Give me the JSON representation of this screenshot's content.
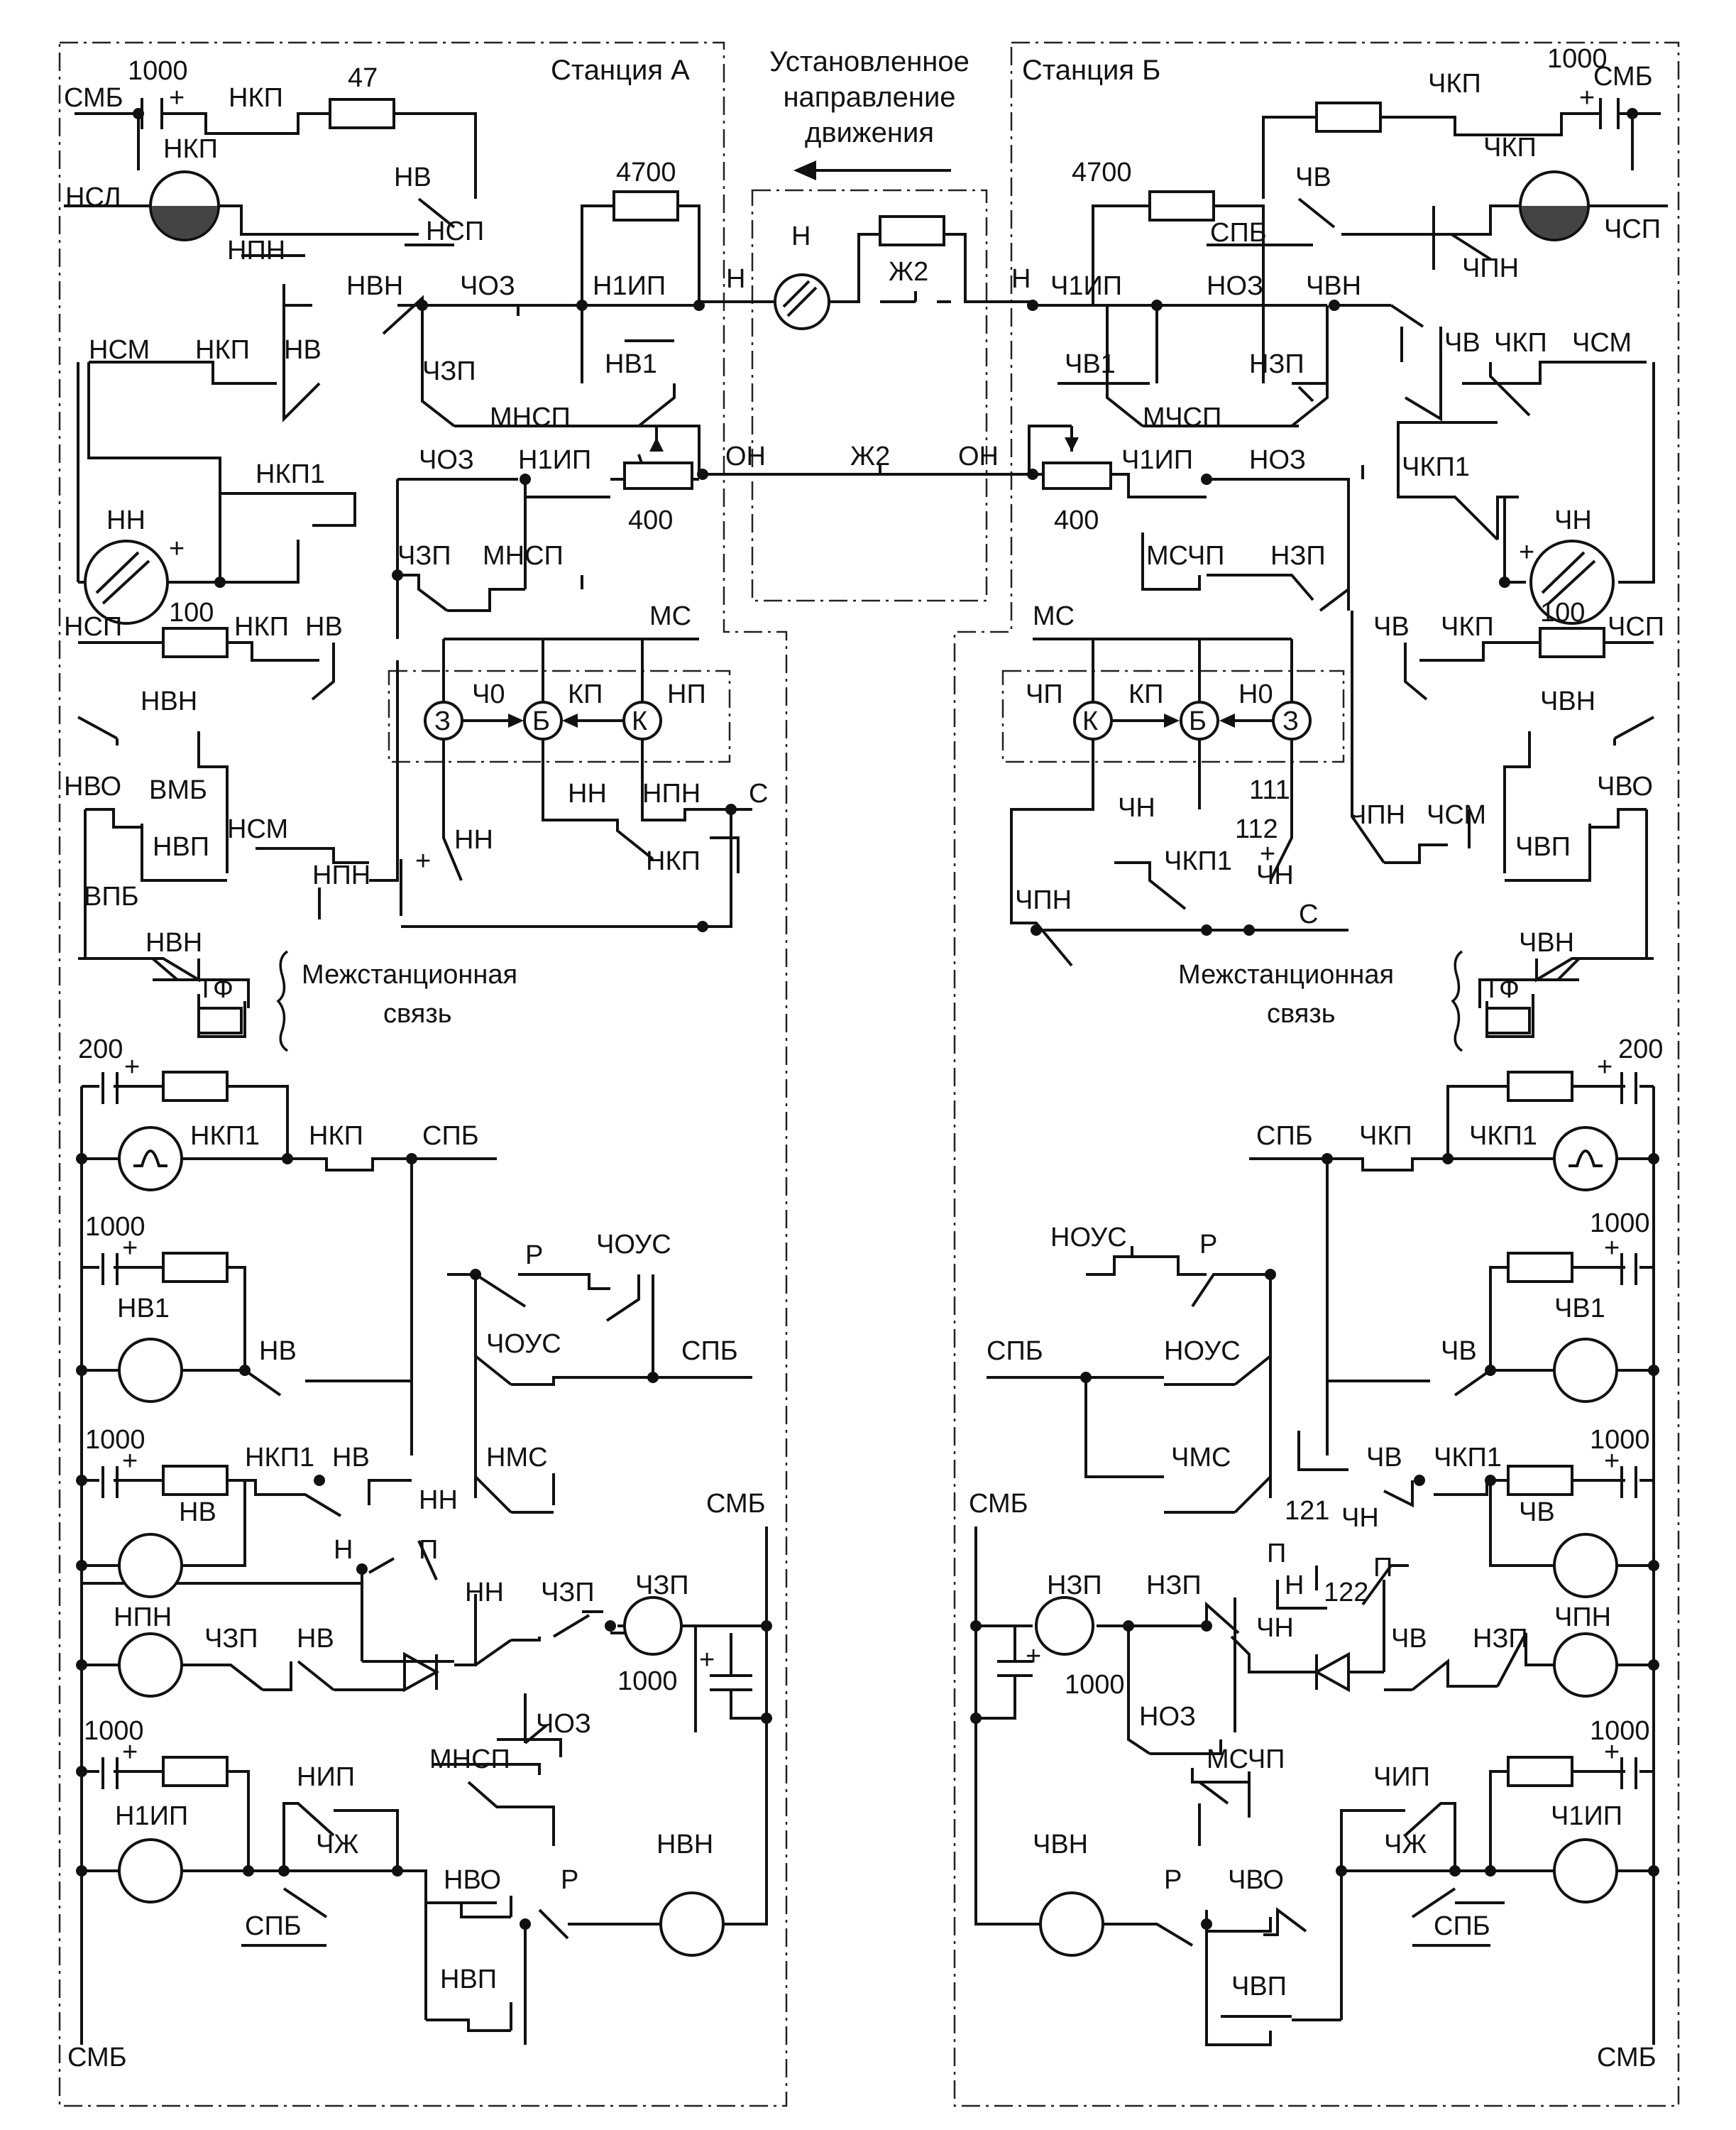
{
  "header": {
    "station_a": "Станция А",
    "station_b": "Станция Б",
    "direction_line1": "Установленное",
    "direction_line2": "направление",
    "direction_line3": "движения"
  },
  "labels": {
    "smb": "СМБ",
    "spb": "СПБ",
    "ms": "МС",
    "s": "С",
    "on": "ОН",
    "n": "Н",
    "zh2": "Ж2",
    "p": "П",
    "r": "Р",
    "plus": "+",
    "intercom_line1": "Межстанционная",
    "intercom_line2": "связь",
    "r47": "47",
    "r100": "100",
    "r400": "400",
    "r4700": "4700",
    "c200": "200",
    "c1000": "1000",
    "n111": "111",
    "n112": "112",
    "n121": "121",
    "n122": "122"
  },
  "station_a": {
    "nkp": "НКП",
    "nsl": "НСЛ",
    "nv": "НВ",
    "nsp": "НСП",
    "npn": "НПН",
    "nvn": "НВН",
    "chоз": "ЧОЗ",
    "n1ip": "Н1ИП",
    "nsm": "НСМ",
    "chzp": "ЧЗП",
    "mnsp": "МНСП",
    "nv1": "НВ1",
    "nkp1": "НКП1",
    "nn": "НН",
    "nvo": "НВО",
    "vmb": "ВМБ",
    "nvp": "НВП",
    "vpb": "ВПБ",
    "tf": "ТФ",
    "ch0": "Ч0",
    "kp": "КП",
    "np": "НП",
    "z": "З",
    "b": "Б",
    "k": "К",
    "choys": "ЧОУС",
    "nms": "НМС",
    "nip": "НИП",
    "chzh": "ЧЖ"
  },
  "station_b": {
    "chkp": "ЧКП",
    "chv": "ЧВ",
    "chsp": "ЧСП",
    "chpn": "ЧПН",
    "ch1ip": "Ч1ИП",
    "noz": "НОЗ",
    "chvn": "ЧВН",
    "chv1": "ЧВ1",
    "nzp": "НЗП",
    "mchsp": "МЧСП",
    "chsm": "ЧСМ",
    "chkp1": "ЧКП1",
    "mschp": "МСЧП",
    "chn": "ЧН",
    "chp": "ЧП",
    "h0": "Н0",
    "chvo": "ЧВО",
    "chvp": "ЧВП",
    "noys": "НОУС",
    "chms": "ЧМС",
    "chip": "ЧИП",
    "chzh": "ЧЖ"
  },
  "colors": {
    "ink": "#111111",
    "paper": "#ffffff"
  }
}
